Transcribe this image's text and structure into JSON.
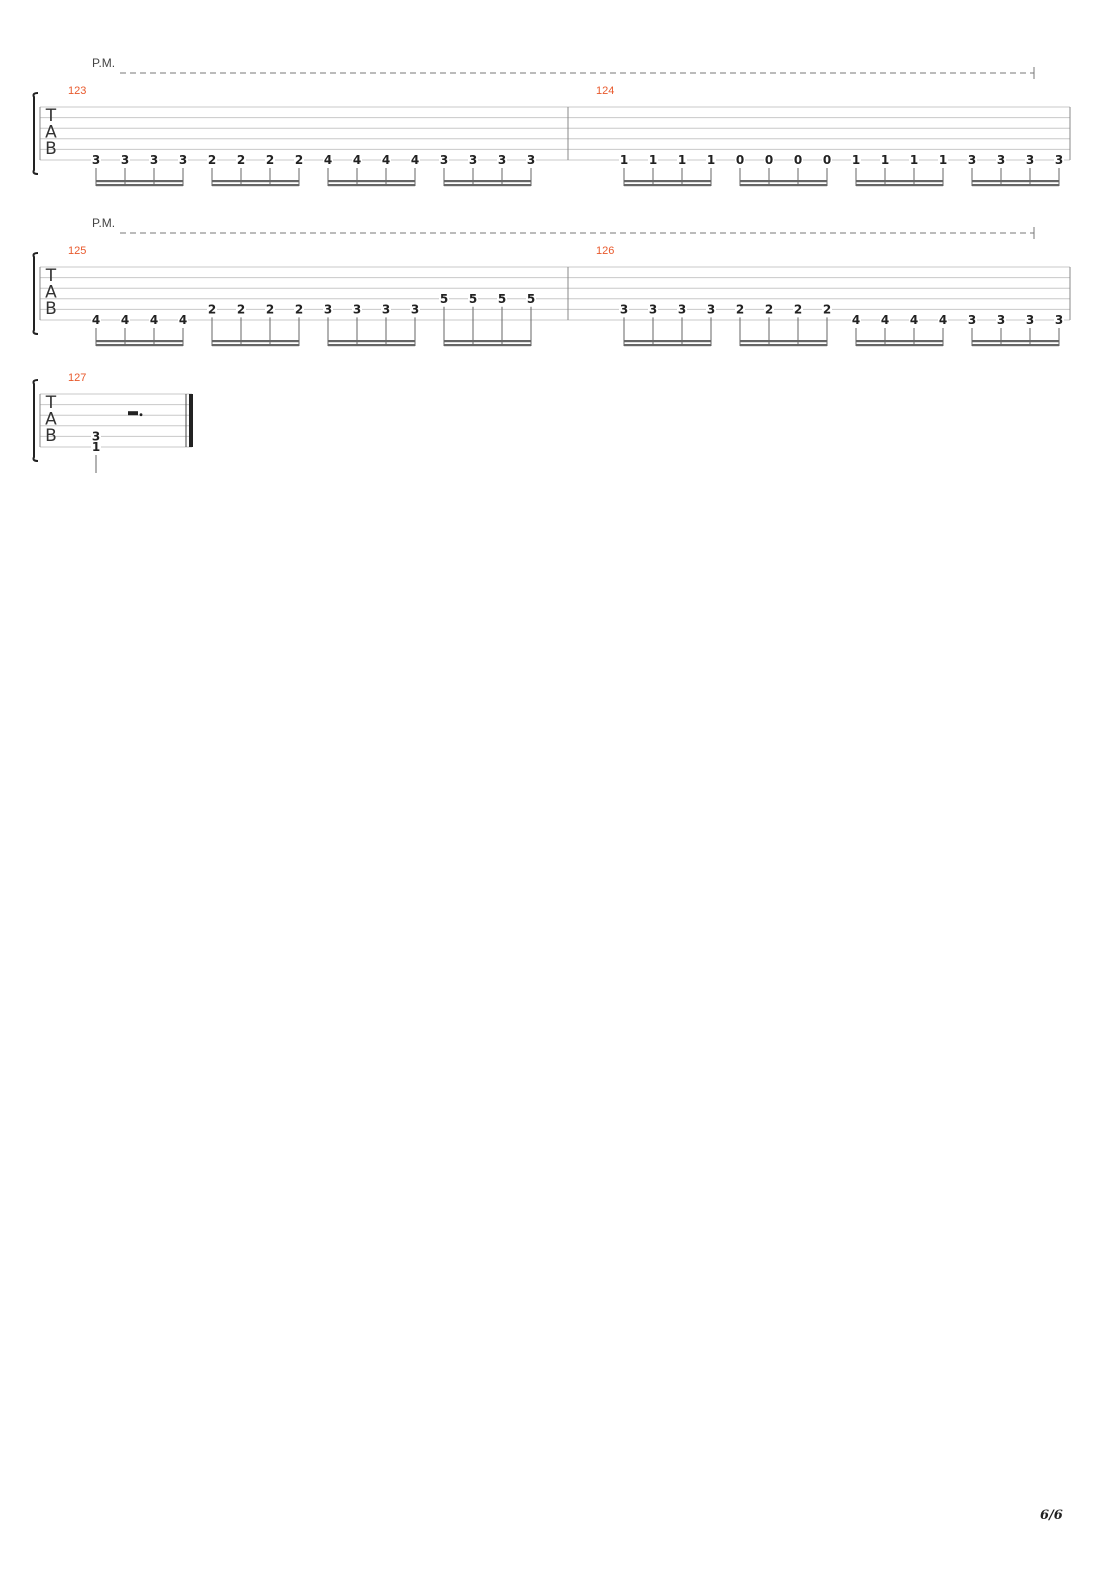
{
  "page": {
    "number": "6/6"
  },
  "tab_letters": [
    "T",
    "A",
    "B"
  ],
  "palm_mute_label": "P.M.",
  "systems": [
    {
      "palm_mute": true,
      "measures": [
        {
          "number": "123",
          "notes": [
            {
              "s": 6,
              "f": "3"
            },
            {
              "s": 6,
              "f": "3"
            },
            {
              "s": 6,
              "f": "3"
            },
            {
              "s": 6,
              "f": "3"
            },
            {
              "s": 6,
              "f": "2"
            },
            {
              "s": 6,
              "f": "2"
            },
            {
              "s": 6,
              "f": "2"
            },
            {
              "s": 6,
              "f": "2"
            },
            {
              "s": 6,
              "f": "4"
            },
            {
              "s": 6,
              "f": "4"
            },
            {
              "s": 6,
              "f": "4"
            },
            {
              "s": 6,
              "f": "4"
            },
            {
              "s": 6,
              "f": "3"
            },
            {
              "s": 6,
              "f": "3"
            },
            {
              "s": 6,
              "f": "3"
            },
            {
              "s": 6,
              "f": "3"
            }
          ]
        },
        {
          "number": "124",
          "notes": [
            {
              "s": 6,
              "f": "1"
            },
            {
              "s": 6,
              "f": "1"
            },
            {
              "s": 6,
              "f": "1"
            },
            {
              "s": 6,
              "f": "1"
            },
            {
              "s": 6,
              "f": "0"
            },
            {
              "s": 6,
              "f": "0"
            },
            {
              "s": 6,
              "f": "0"
            },
            {
              "s": 6,
              "f": "0"
            },
            {
              "s": 6,
              "f": "1"
            },
            {
              "s": 6,
              "f": "1"
            },
            {
              "s": 6,
              "f": "1"
            },
            {
              "s": 6,
              "f": "1"
            },
            {
              "s": 6,
              "f": "3"
            },
            {
              "s": 6,
              "f": "3"
            },
            {
              "s": 6,
              "f": "3"
            },
            {
              "s": 6,
              "f": "3"
            }
          ]
        }
      ]
    },
    {
      "palm_mute": true,
      "measures": [
        {
          "number": "125",
          "notes": [
            {
              "s": 6,
              "f": "4"
            },
            {
              "s": 6,
              "f": "4"
            },
            {
              "s": 6,
              "f": "4"
            },
            {
              "s": 6,
              "f": "4"
            },
            {
              "s": 5,
              "f": "2"
            },
            {
              "s": 5,
              "f": "2"
            },
            {
              "s": 5,
              "f": "2"
            },
            {
              "s": 5,
              "f": "2"
            },
            {
              "s": 5,
              "f": "3"
            },
            {
              "s": 5,
              "f": "3"
            },
            {
              "s": 5,
              "f": "3"
            },
            {
              "s": 5,
              "f": "3"
            },
            {
              "s": 4,
              "f": "5"
            },
            {
              "s": 4,
              "f": "5"
            },
            {
              "s": 4,
              "f": "5"
            },
            {
              "s": 4,
              "f": "5"
            }
          ]
        },
        {
          "number": "126",
          "notes": [
            {
              "s": 5,
              "f": "3"
            },
            {
              "s": 5,
              "f": "3"
            },
            {
              "s": 5,
              "f": "3"
            },
            {
              "s": 5,
              "f": "3"
            },
            {
              "s": 5,
              "f": "2"
            },
            {
              "s": 5,
              "f": "2"
            },
            {
              "s": 5,
              "f": "2"
            },
            {
              "s": 5,
              "f": "2"
            },
            {
              "s": 6,
              "f": "4"
            },
            {
              "s": 6,
              "f": "4"
            },
            {
              "s": 6,
              "f": "4"
            },
            {
              "s": 6,
              "f": "4"
            },
            {
              "s": 6,
              "f": "3"
            },
            {
              "s": 6,
              "f": "3"
            },
            {
              "s": 6,
              "f": "3"
            },
            {
              "s": 6,
              "f": "3"
            }
          ]
        }
      ]
    },
    {
      "palm_mute": false,
      "measures": [
        {
          "number": "127",
          "chord": [
            {
              "s": 5,
              "f": "3"
            },
            {
              "s": 6,
              "f": "1"
            }
          ],
          "rest": "dotted-half-rest",
          "final": true
        }
      ]
    }
  ]
}
